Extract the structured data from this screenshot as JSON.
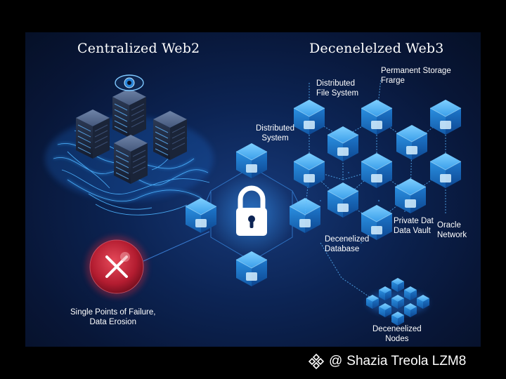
{
  "titles": {
    "left": "Centralized Web2",
    "right": "Decenelelzed Web3"
  },
  "labels": {
    "distributed_file_system": "Distributed\nFile System",
    "permanent_storage": "Permanent Storage\nFrarge",
    "distributed_system": "Distributed\nSystem",
    "private_data_vault": "Private Dat\nData Vault",
    "oracle_network": "Oracle\nNetwork",
    "decentralized_database": "Decenelized\nDatabase",
    "single_points_failure": "Single Points of Failure,\nData Erosion",
    "decentralized_nodes": "Deceneelized\nNodes"
  },
  "footer": {
    "at": "@",
    "author": "Shazia Treola LZM8",
    "icon": "binance-logo-icon"
  },
  "colors": {
    "accent": "#2aa3ff",
    "cube": "#1f8ce6",
    "danger": "#d3253a"
  }
}
